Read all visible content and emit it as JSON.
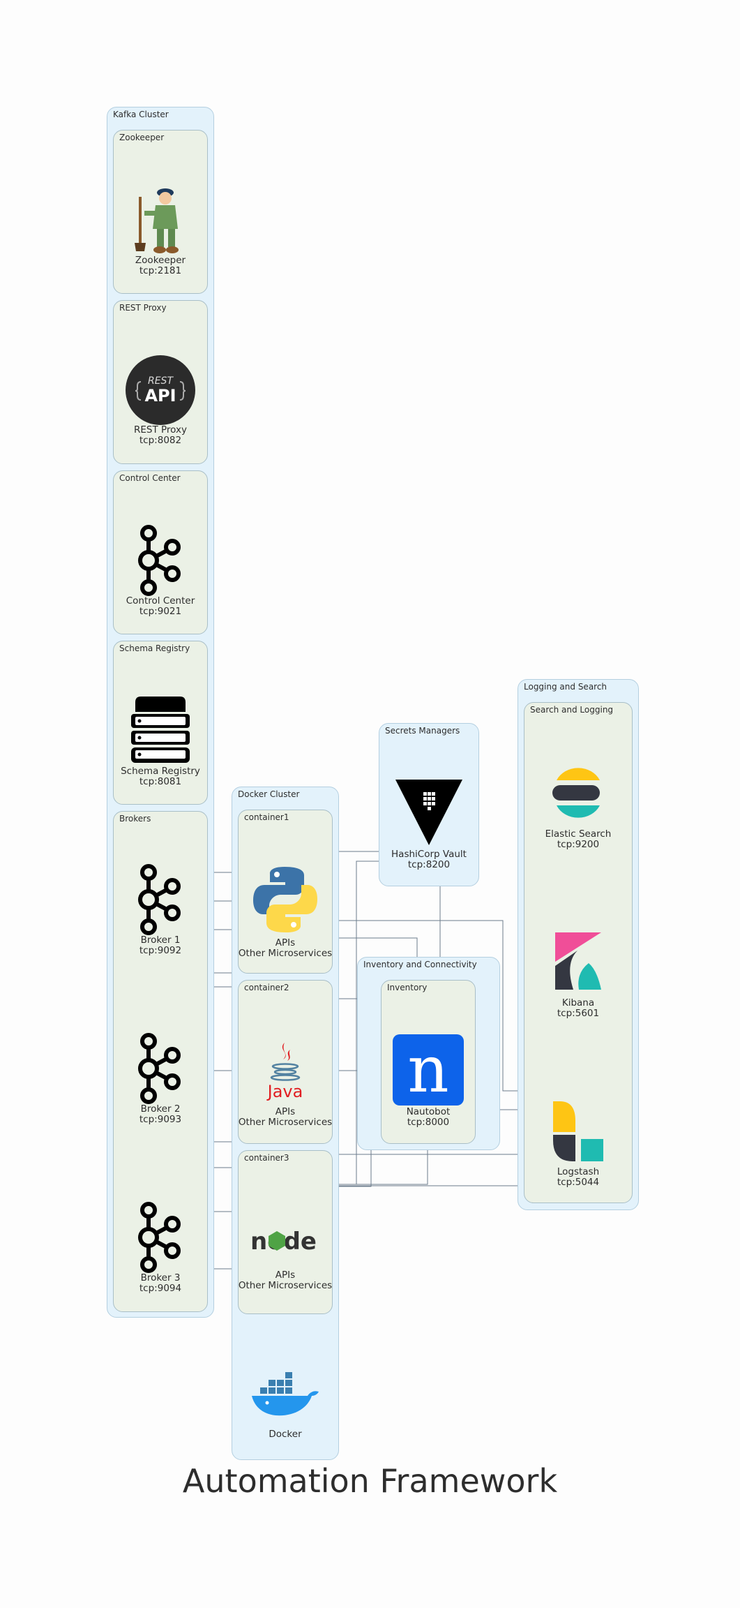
{
  "diagram": {
    "title": "Automation Framework",
    "clusters": {
      "kafka": "Kafka Cluster",
      "zookeeper": "Zookeeper",
      "rest_proxy": "REST Proxy",
      "control_center": "Control Center",
      "schema_registry": "Schema Registry",
      "brokers": "Brokers",
      "docker": "Docker Cluster",
      "container1": "container1",
      "container2": "container2",
      "container3": "container3",
      "secrets": "Secrets Managers",
      "inventory_conn": "Inventory and Connectivity",
      "inventory": "Inventory",
      "logging": "Logging and Search",
      "search_logging": "Search and Logging"
    },
    "nodes": {
      "zookeeper": {
        "name": "Zookeeper",
        "port": "tcp:2181",
        "icon": "zookeeper-icon"
      },
      "rest_proxy": {
        "name": "REST Proxy",
        "port": "tcp:8082",
        "icon": "rest-api-icon",
        "icon_text_top": "REST",
        "icon_text_main": "API"
      },
      "control_center": {
        "name": "Control Center",
        "port": "tcp:9021",
        "icon": "kafka-icon"
      },
      "schema_registry": {
        "name": "Schema Registry",
        "port": "tcp:8081",
        "icon": "database-stack-icon"
      },
      "broker1": {
        "name": "Broker 1",
        "port": "tcp:9092",
        "icon": "kafka-icon"
      },
      "broker2": {
        "name": "Broker 2",
        "port": "tcp:9093",
        "icon": "kafka-icon"
      },
      "broker3": {
        "name": "Broker 3",
        "port": "tcp:9094",
        "icon": "kafka-icon"
      },
      "python_api": {
        "name": "APIs",
        "sub": "Other Microservices",
        "icon": "python-icon"
      },
      "java_api": {
        "name": "APIs",
        "sub": "Other Microservices",
        "icon": "java-icon",
        "icon_text": "Java"
      },
      "node_api": {
        "name": "APIs",
        "sub": "Other Microservices",
        "icon": "nodejs-icon",
        "icon_text": "node"
      },
      "docker": {
        "name": "Docker",
        "icon": "docker-whale-icon"
      },
      "vault": {
        "name": "HashiCorp Vault",
        "port": "tcp:8200",
        "icon": "vault-triangle-icon"
      },
      "nautobot": {
        "name": "Nautobot",
        "port": "tcp:8000",
        "icon": "nautobot-icon",
        "icon_text": "n"
      },
      "elastic": {
        "name": "Elastic Search",
        "port": "tcp:9200",
        "icon": "elasticsearch-icon"
      },
      "kibana": {
        "name": "Kibana",
        "port": "tcp:5601",
        "icon": "kibana-icon"
      },
      "logstash": {
        "name": "Logstash",
        "port": "tcp:5044",
        "icon": "logstash-icon"
      }
    },
    "colors": {
      "outer_cluster": "#e3f2fb",
      "inner_cluster": "#ebf1e6",
      "edge": "#6b7b8c",
      "python_blue": "#3c73a8",
      "python_yellow": "#fdd84a",
      "java_red": "#e11e22",
      "java_blue": "#5382a1",
      "node_green": "#4fa345",
      "docker_blue": "#2496ed",
      "nautobot_blue": "#0d63ea",
      "elastic_yellow": "#fec514",
      "elastic_teal": "#1fbbb1",
      "kibana_pink": "#f04e98",
      "dark": "#343741"
    }
  }
}
